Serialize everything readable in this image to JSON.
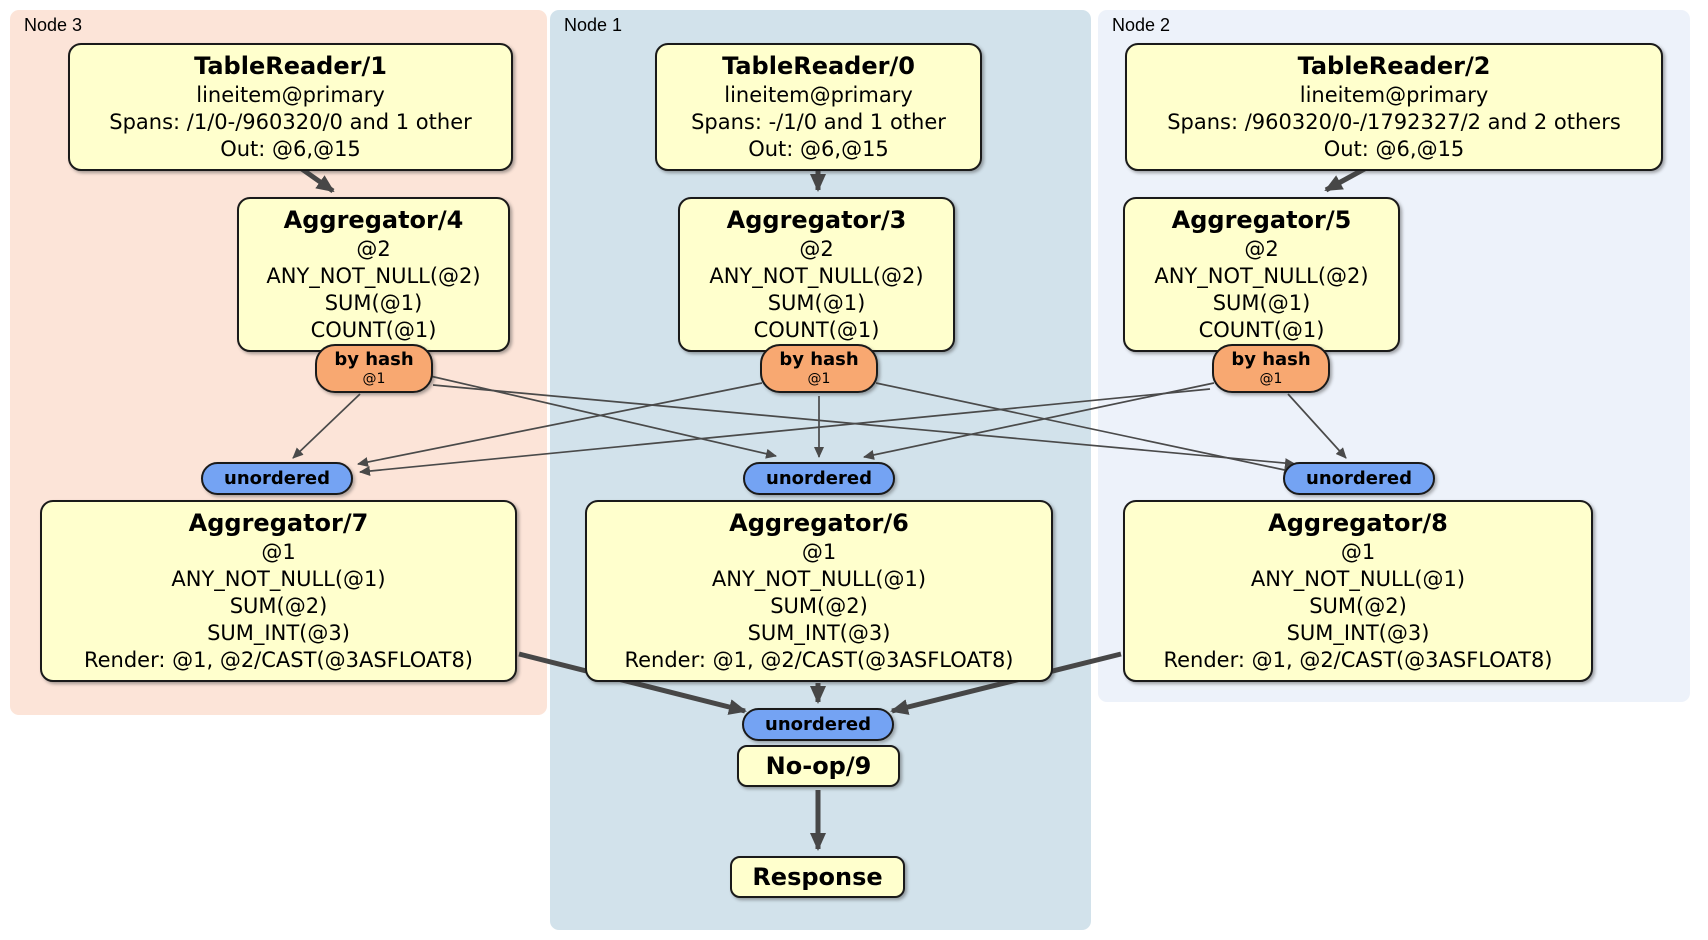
{
  "diagram_type": "distsql-query-plan",
  "groups": [
    {
      "id": "node3",
      "label": "Node 3",
      "bg_color": "#fce4d8"
    },
    {
      "id": "node1",
      "label": "Node 1",
      "bg_color": "#d2e2eb"
    },
    {
      "id": "node2",
      "label": "Node 2",
      "bg_color": "#edf2fa"
    }
  ],
  "processors": {
    "tr1": {
      "title": "TableReader/1",
      "lines": [
        "lineitem@primary",
        "Spans: /1/0-/960320/0 and 1 other",
        "Out: @6,@15"
      ]
    },
    "tr0": {
      "title": "TableReader/0",
      "lines": [
        "lineitem@primary",
        "Spans: -/1/0 and 1 other",
        "Out: @6,@15"
      ]
    },
    "tr2": {
      "title": "TableReader/2",
      "lines": [
        "lineitem@primary",
        "Spans: /960320/0-/1792327/2 and 2 others",
        "Out: @6,@15"
      ]
    },
    "agg4": {
      "title": "Aggregator/4",
      "lines": [
        "@2",
        "ANY_NOT_NULL(@2)",
        "SUM(@1)",
        "COUNT(@1)"
      ]
    },
    "agg3": {
      "title": "Aggregator/3",
      "lines": [
        "@2",
        "ANY_NOT_NULL(@2)",
        "SUM(@1)",
        "COUNT(@1)"
      ]
    },
    "agg5": {
      "title": "Aggregator/5",
      "lines": [
        "@2",
        "ANY_NOT_NULL(@2)",
        "SUM(@1)",
        "COUNT(@1)"
      ]
    },
    "agg7": {
      "title": "Aggregator/7",
      "lines": [
        "@1",
        "ANY_NOT_NULL(@1)",
        "SUM(@2)",
        "SUM_INT(@3)",
        "Render: @1, @2/CAST(@3ASFLOAT8)"
      ]
    },
    "agg6": {
      "title": "Aggregator/6",
      "lines": [
        "@1",
        "ANY_NOT_NULL(@1)",
        "SUM(@2)",
        "SUM_INT(@3)",
        "Render: @1, @2/CAST(@3ASFLOAT8)"
      ]
    },
    "agg8": {
      "title": "Aggregator/8",
      "lines": [
        "@1",
        "ANY_NOT_NULL(@1)",
        "SUM(@2)",
        "SUM_INT(@3)",
        "Render: @1, @2/CAST(@3ASFLOAT8)"
      ]
    },
    "noop": {
      "title": "No-op/9"
    },
    "response": {
      "title": "Response"
    }
  },
  "router": {
    "label": "by hash",
    "sub": "@1"
  },
  "sync": {
    "label": "unordered"
  },
  "colors": {
    "box_fill": "#ffffcd",
    "router_fill": "#f8a871",
    "sync_fill": "#74a3f3",
    "edge": "#4a4a4a",
    "node3_bg": "#fce4d8",
    "node1_bg": "#d2e2eb",
    "node2_bg": "#edf2fa"
  }
}
